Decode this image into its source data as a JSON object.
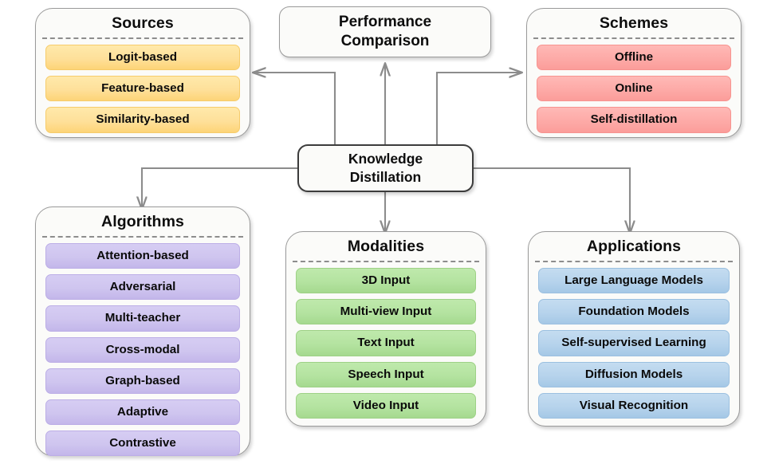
{
  "diagram": {
    "hub": {
      "label": "Knowledge\nDistillation",
      "line1": "Knowledge",
      "line2": "Distillation"
    },
    "performance": {
      "label": "Performance\nComparison",
      "line1": "Performance",
      "line2": "Comparison"
    },
    "panels": [
      {
        "key": "sources",
        "title": "Sources",
        "color": "yellow",
        "accent": "#fdd477",
        "items": [
          "Logit-based",
          "Feature-based",
          "Similarity-based"
        ]
      },
      {
        "key": "schemes",
        "title": "Schemes",
        "color": "red",
        "accent": "#fb9d9a",
        "items": [
          "Offline",
          "Online",
          "Self-distillation"
        ]
      },
      {
        "key": "algorithms",
        "title": "Algorithms",
        "color": "purple",
        "accent": "#c3b6ea",
        "items": [
          "Attention-based",
          "Adversarial",
          "Multi-teacher",
          "Cross-modal",
          "Graph-based",
          "Adaptive",
          "Contrastive"
        ]
      },
      {
        "key": "modalities",
        "title": "Modalities",
        "color": "green",
        "accent": "#a5d98f",
        "items": [
          "3D Input",
          "Multi-view Input",
          "Text Input",
          "Speech Input",
          "Video Input"
        ]
      },
      {
        "key": "applications",
        "title": "Applications",
        "color": "blue",
        "accent": "#a5c8e6",
        "items": [
          "Large Language Models",
          "Foundation Models",
          "Self-supervised Learning",
          "Diffusion Models",
          "Visual Recognition"
        ]
      }
    ],
    "connectors": [
      {
        "name": "hub-to-sources",
        "from": "hub",
        "to": "sources"
      },
      {
        "name": "hub-to-schemes",
        "from": "hub",
        "to": "schemes"
      },
      {
        "name": "hub-to-performance",
        "from": "hub",
        "to": "performance"
      },
      {
        "name": "hub-to-algorithms",
        "from": "hub",
        "to": "algorithms"
      },
      {
        "name": "hub-to-modalities",
        "from": "hub",
        "to": "modalities"
      },
      {
        "name": "hub-to-applications",
        "from": "hub",
        "to": "applications"
      }
    ],
    "colors": {
      "line": "#8c8c8c",
      "panel_border": "#9a9a9a",
      "hub_border": "#3c3c3c",
      "panel_fill": "#fbfbf9",
      "text": "#0d0d0d"
    }
  }
}
